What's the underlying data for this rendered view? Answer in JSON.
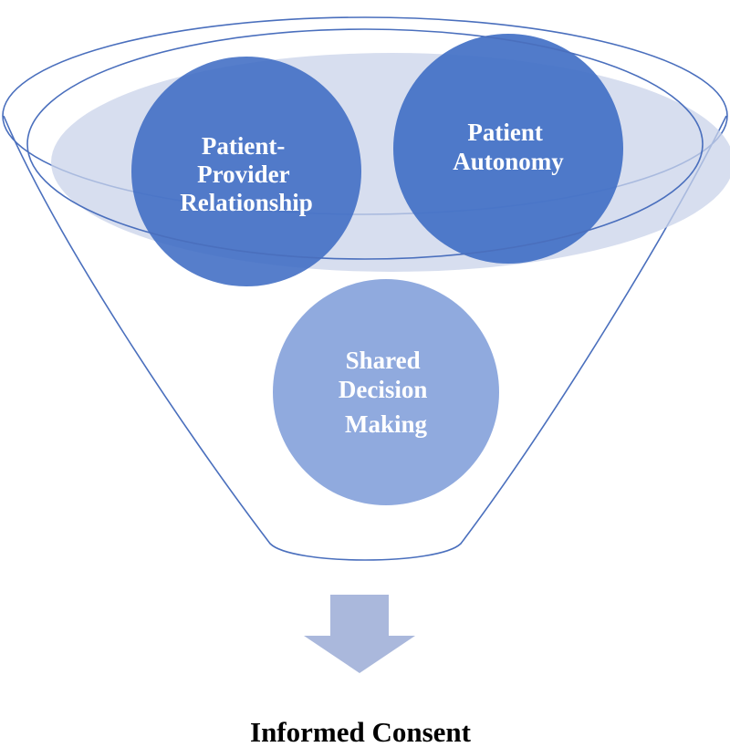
{
  "diagram": {
    "nodes": [
      {
        "id": "patient-provider",
        "lines": [
          "Patient-",
          "Provider",
          "Relationship"
        ],
        "color": "#3f6cc4",
        "opacity": 0.88
      },
      {
        "id": "patient-autonomy",
        "lines": [
          "Patient",
          "Autonomy"
        ],
        "color": "#4270c6",
        "opacity": 0.92
      },
      {
        "id": "shared-decision",
        "lines": [
          "Shared",
          "Decision",
          "Making"
        ],
        "color": "#8aa5dc",
        "opacity": 0.95
      }
    ],
    "output_label": "Informed Consent",
    "colors": {
      "funnel_stroke": "#4a6fbd",
      "funnel_rim_fill": "#c9d3ea",
      "arrow_fill": "#aab8dc",
      "text_on_node": "#ffffff",
      "caption_text": "#000000"
    }
  }
}
